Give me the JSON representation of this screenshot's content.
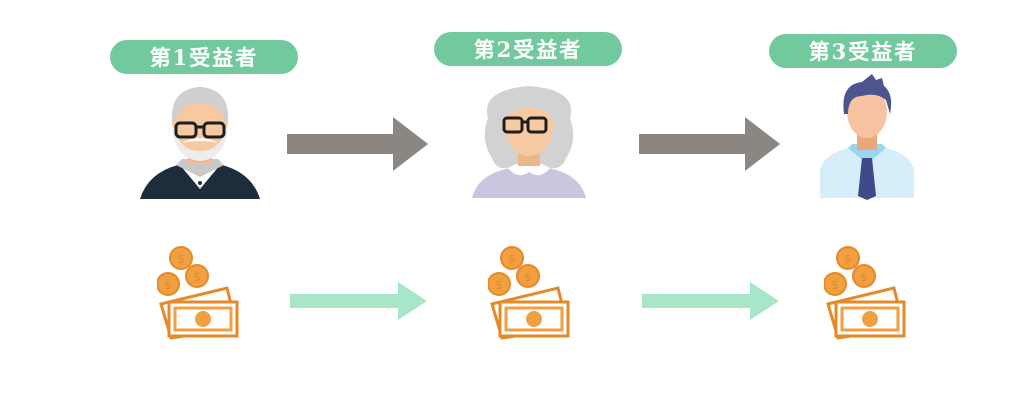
{
  "beneficiaries": [
    {
      "label": "第1受益者",
      "person": "elderly-man"
    },
    {
      "label": "第2受益者",
      "person": "elderly-woman"
    },
    {
      "label": "第3受益者",
      "person": "young-man"
    }
  ],
  "arrows": {
    "succession_color": "#8b8680",
    "money_flow_color": "#a8e6c8"
  },
  "colors": {
    "label_bg": "#72c99e",
    "money_orange": "#f0a040",
    "money_outline": "#e58a28"
  }
}
